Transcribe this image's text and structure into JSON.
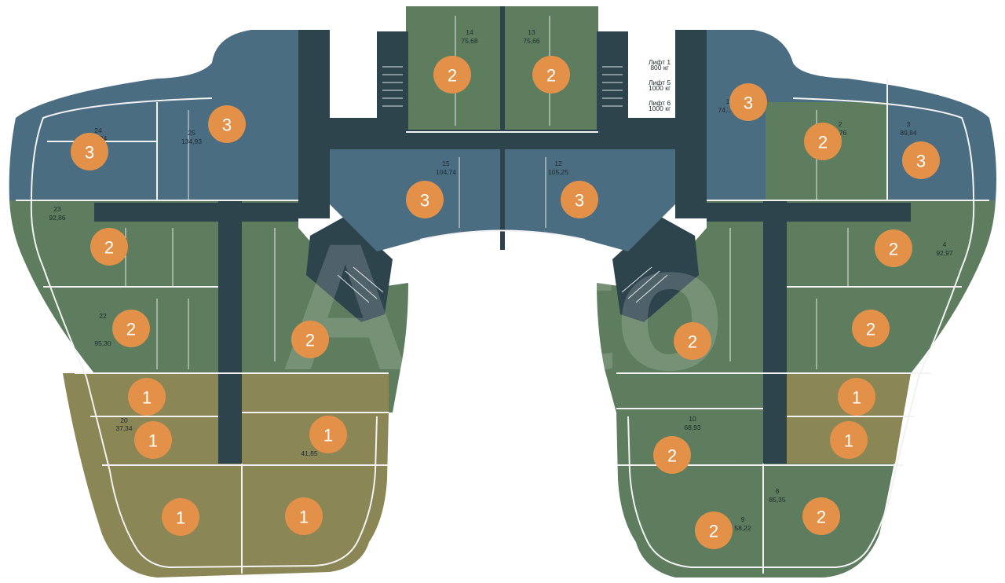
{
  "colors": {
    "three_room": "#4a6d82",
    "two_room": "#5d7d5e",
    "one_room": "#8a8656",
    "core": "#2e444d",
    "badge": "#e39148",
    "badge_text": "#ffffff"
  },
  "badges": [
    {
      "id": "b-14",
      "rooms": "2"
    },
    {
      "id": "b-13",
      "rooms": "2"
    },
    {
      "id": "b-25",
      "rooms": "3"
    },
    {
      "id": "b-24",
      "rooms": "3"
    },
    {
      "id": "b-1",
      "rooms": "3"
    },
    {
      "id": "b-2",
      "rooms": "2"
    },
    {
      "id": "b-3",
      "rooms": "3"
    },
    {
      "id": "b-15",
      "rooms": "3"
    },
    {
      "id": "b-12",
      "rooms": "3"
    },
    {
      "id": "b-23",
      "rooms": "2"
    },
    {
      "id": "b-4",
      "rooms": "2"
    },
    {
      "id": "b-22",
      "rooms": "2"
    },
    {
      "id": "b-l-center",
      "rooms": "2"
    },
    {
      "id": "b-r-center",
      "rooms": "2"
    },
    {
      "id": "b-5",
      "rooms": "2"
    },
    {
      "id": "b-21",
      "rooms": "1"
    },
    {
      "id": "b-6",
      "rooms": "1"
    },
    {
      "id": "b-20",
      "rooms": "1"
    },
    {
      "id": "b-19",
      "rooms": "1"
    },
    {
      "id": "b-7",
      "rooms": "1"
    },
    {
      "id": "b-10",
      "rooms": "2"
    },
    {
      "id": "b-18",
      "rooms": "1"
    },
    {
      "id": "b-17",
      "rooms": "1"
    },
    {
      "id": "b-9",
      "rooms": "2"
    },
    {
      "id": "b-8",
      "rooms": "2"
    }
  ],
  "apartment_labels": {
    "a14": {
      "num": "14",
      "area": "75,68"
    },
    "a13": {
      "num": "13",
      "area": "75,66"
    },
    "a24": {
      "num": "24",
      "area": "...04"
    },
    "a25": {
      "num": "25",
      "area": "134,93"
    },
    "a1": {
      "num": "1",
      "area": "74,..."
    },
    "a2": {
      "num": "2",
      "area": "...76"
    },
    "a3": {
      "num": "3",
      "area": "89,84"
    },
    "a15": {
      "num": "15",
      "area": "104,74"
    },
    "a12": {
      "num": "12",
      "area": "105,25"
    },
    "a23": {
      "num": "23",
      "area": "92,86"
    },
    "a4": {
      "num": "4",
      "area": "92,97"
    },
    "a22": {
      "num": "22",
      "area": "95,30"
    },
    "a20": {
      "num": "20",
      "area": "37,34"
    },
    "a18": {
      "num": "",
      "area": "41,85"
    },
    "a10": {
      "num": "10",
      "area": "68,93"
    },
    "a9": {
      "num": "9",
      "area": "58,22"
    },
    "a8": {
      "num": "8",
      "area": "85,35"
    }
  },
  "lift_labels": {
    "l1": "Лифт 1\n800 кг",
    "l2": "Лифт 5\n1000 кг",
    "l3": "Лифт 6\n1000 кг"
  },
  "watermark": "Avito"
}
